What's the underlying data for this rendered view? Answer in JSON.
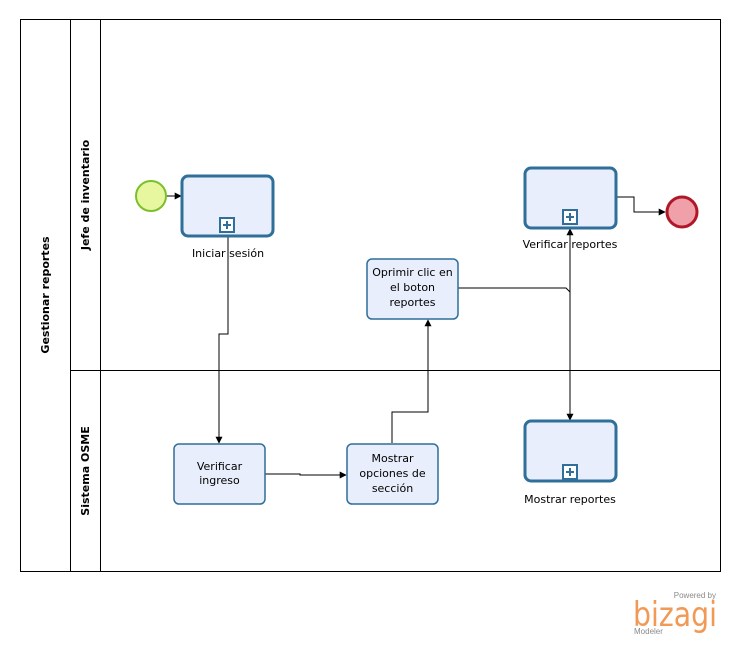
{
  "pool": {
    "title": "Gestionar reportes"
  },
  "lanes": [
    {
      "title": "Jefe de inventario"
    },
    {
      "title": "Sistema OSME"
    }
  ],
  "tasks": {
    "iniciar_sesion": "Iniciar sesión",
    "verificar_ingreso": [
      "Verificar",
      "ingreso"
    ],
    "mostrar_opciones": [
      "Mostrar",
      "opciones de",
      "sección"
    ],
    "oprimir_clic": [
      "Oprimir clic en",
      "el boton",
      "reportes"
    ],
    "verificar_reportes": "Verificar reportes",
    "mostrar_reportes": "Mostrar reportes"
  },
  "logo": {
    "powered": "Powered by",
    "brand": "bizagi",
    "product": "Modeler"
  },
  "colors": {
    "task_fill": "#e8eefb",
    "task_stroke": "#2f6f9a",
    "start_fill": "#e6f7a0",
    "start_stroke": "#7bbf2a",
    "end_fill": "#f0a0a8",
    "end_stroke": "#b0182a",
    "brand": "#f29a55"
  }
}
